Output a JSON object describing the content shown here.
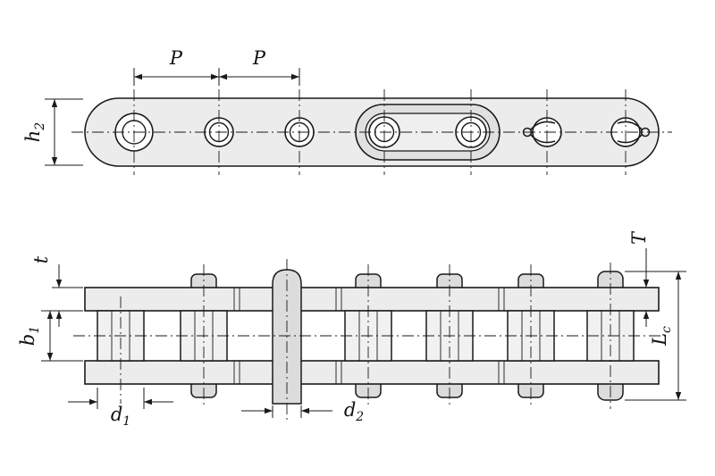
{
  "drawing": {
    "colors": {
      "line": "#1a1a1a",
      "plate_fill": "#ececec",
      "part_fill": "#dcdcdc",
      "background": "#ffffff"
    }
  },
  "labels": {
    "pitch_left": {
      "base": "P"
    },
    "pitch_right": {
      "base": "P"
    },
    "h2": {
      "base": "h",
      "sub": "2"
    },
    "t_inner_plate": {
      "base": "t"
    },
    "T_outer_plate": {
      "base": "T"
    },
    "b1_inner_width": {
      "base": "b",
      "sub": "1"
    },
    "Lc_pin_length": {
      "base": "L",
      "sub": "c"
    },
    "d1_roller_dia": {
      "base": "d",
      "sub": "1"
    },
    "d2_pin_dia": {
      "base": "d",
      "sub": "2"
    }
  }
}
